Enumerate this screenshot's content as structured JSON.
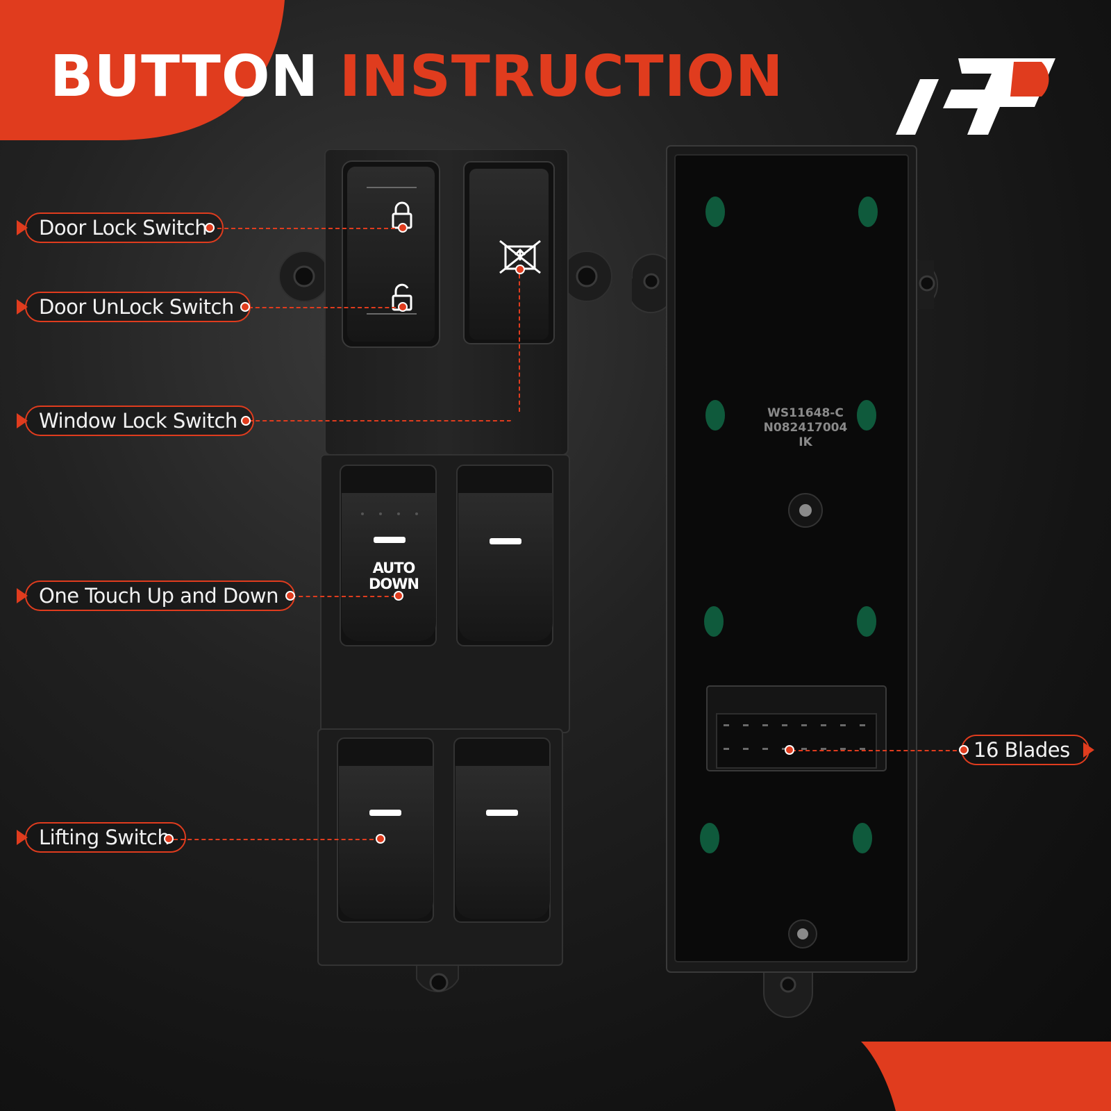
{
  "title": {
    "part1": "BUTTON",
    "part2": "INSTRUCTION"
  },
  "callouts": {
    "door_lock": "Door Lock Switch",
    "door_unlock": "Door UnLock Switch",
    "window_lock": "Window Lock Switch",
    "one_touch": "One Touch Up and Down",
    "lifting": "Lifting Switch",
    "blades": "16 Blades"
  },
  "switch_labels": {
    "auto": "AUTO",
    "down": "DOWN"
  },
  "back_print": {
    "line1": "WS11648-C",
    "line2": "N082417004",
    "line3": "IK"
  },
  "colors": {
    "accent": "#e03c1e",
    "panel": "#1b1b1b",
    "text": "#ffffff"
  },
  "icons": [
    "lock-closed-icon",
    "lock-open-icon",
    "window-lock-icon",
    "brand-logo"
  ]
}
